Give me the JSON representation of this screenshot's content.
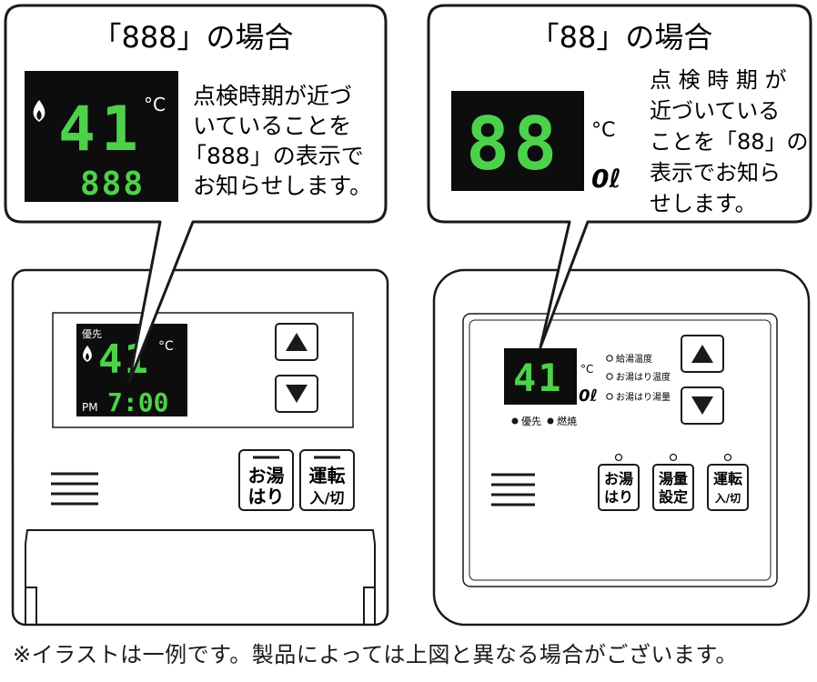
{
  "left": {
    "title": "「888」の場合",
    "bubble_lines": [
      "点検時期が近づ",
      "いていることを",
      "「888」の表示で",
      "お知らせします。"
    ],
    "bubble_display": {
      "temp": "41",
      "unit": "°C",
      "code": "888"
    },
    "remote_display": {
      "priority": "優先",
      "temp": "41",
      "unit": "°C",
      "ampm": "PM",
      "clock": "7:00"
    },
    "buttons": [
      {
        "line1": "お湯",
        "line2": "はり"
      },
      {
        "line1": "運転",
        "line2": "入/切"
      }
    ]
  },
  "right": {
    "title": "「88」の場合",
    "bubble_lines": [
      "点 検 時 期 が",
      "近づいている",
      "ことを「88」の",
      "表示でお知ら",
      "せします。"
    ],
    "bubble_display": {
      "temp": "88",
      "unit": "°C",
      "liter": "0ℓ"
    },
    "remote_display": {
      "temp": "41",
      "unit": "°C",
      "liter": "0ℓ"
    },
    "indicators": [
      "給湯温度",
      "お湯はり温度",
      "お湯はり湯量"
    ],
    "status": [
      "優先",
      "燃焼"
    ],
    "buttons": [
      {
        "line1": "お湯",
        "line2": "はり"
      },
      {
        "line1": "湯量",
        "line2": "設定"
      },
      {
        "line1": "運転",
        "line2": "入/切"
      }
    ]
  },
  "footnote": "※イラストは一例です。製品によっては上図と異なる場合がございます。",
  "colors": {
    "segment": "#4cd24a",
    "lcd": "#0d0d0d",
    "ink": "#1a1a1a"
  }
}
